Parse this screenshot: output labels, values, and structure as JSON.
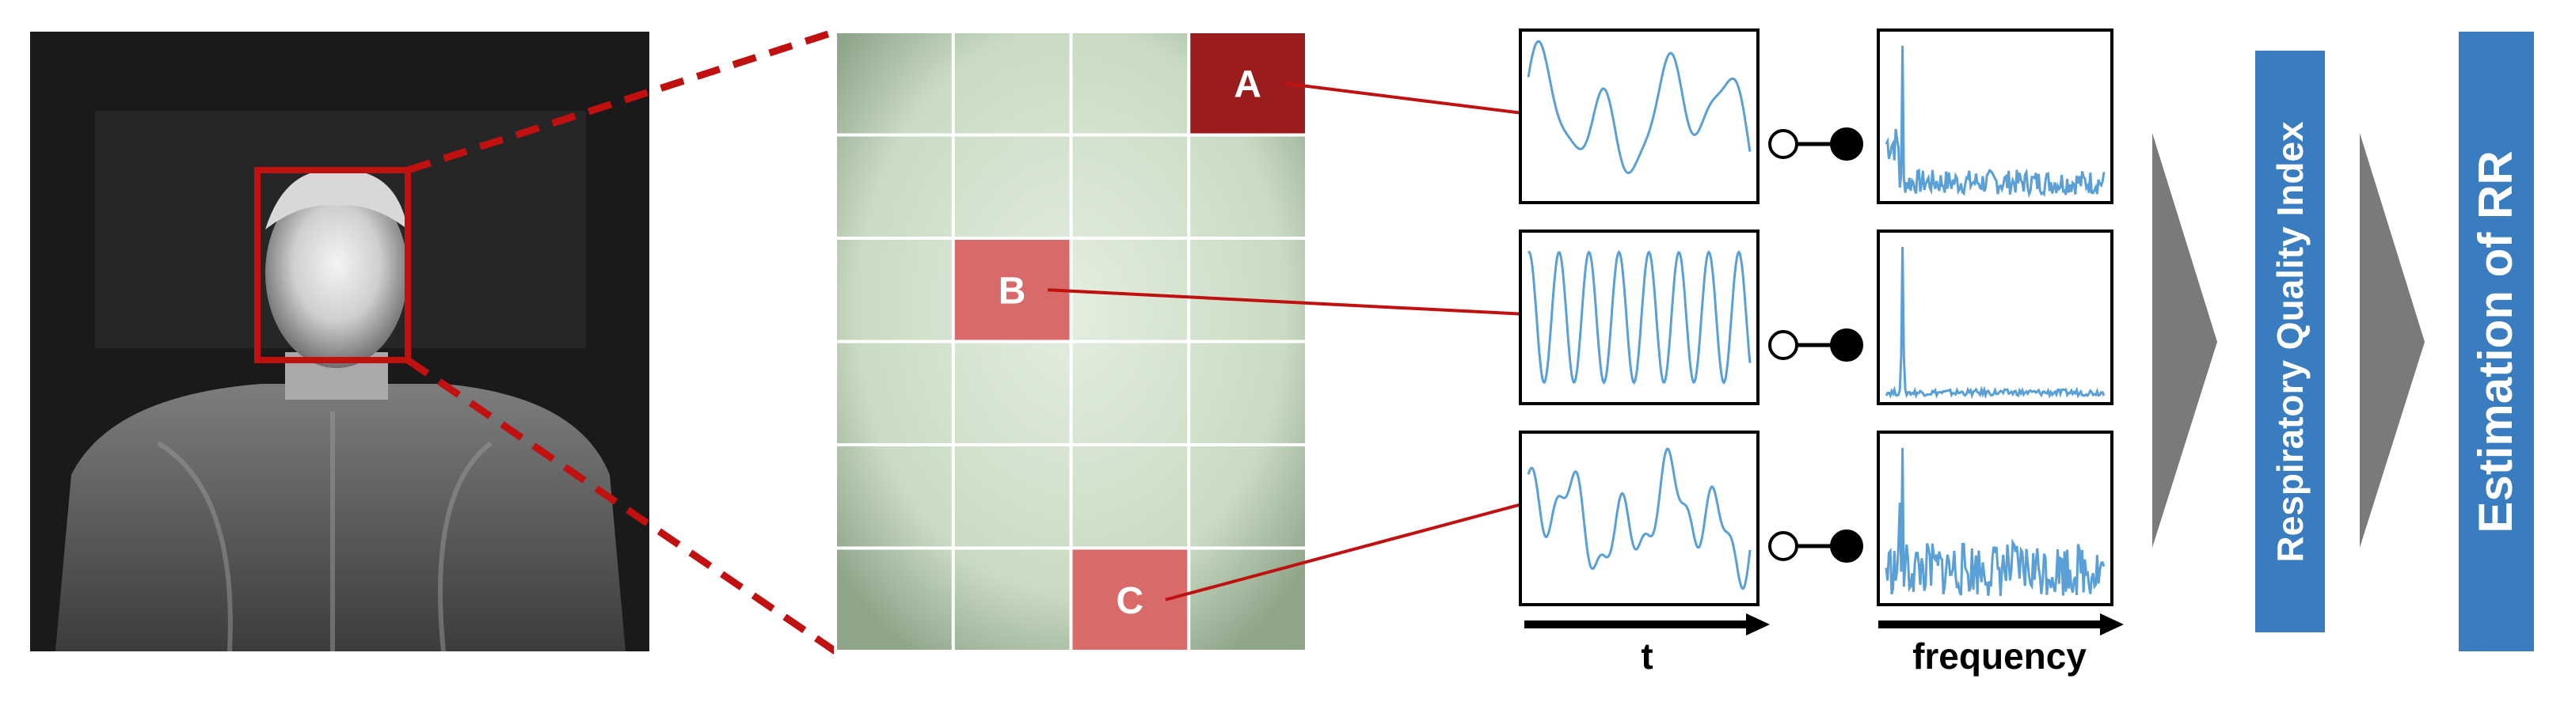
{
  "regions": [
    {
      "label": "A",
      "col": 3,
      "row": 0,
      "color": "#9b1c1c"
    },
    {
      "label": "B",
      "col": 1,
      "row": 2,
      "color": "#d96a6a"
    },
    {
      "label": "C",
      "col": 2,
      "row": 5,
      "color": "#d96a6a"
    }
  ],
  "grid": {
    "cols": 4,
    "rows": 6
  },
  "axes": {
    "time_label": "t",
    "frequency_label": "frequency"
  },
  "stages": {
    "quality_index": "Respiratory Quality Index",
    "estimation": "Estimation of  RR"
  },
  "colors": {
    "signal": "#5aa0d6",
    "accent_red": "#c01010",
    "stage_blue": "#3a7cc0",
    "arrow_gray": "#7a7a7a",
    "grid_bg": "#cfdfc9"
  },
  "icons": [
    "thermal-camera-image",
    "switch-icon"
  ]
}
